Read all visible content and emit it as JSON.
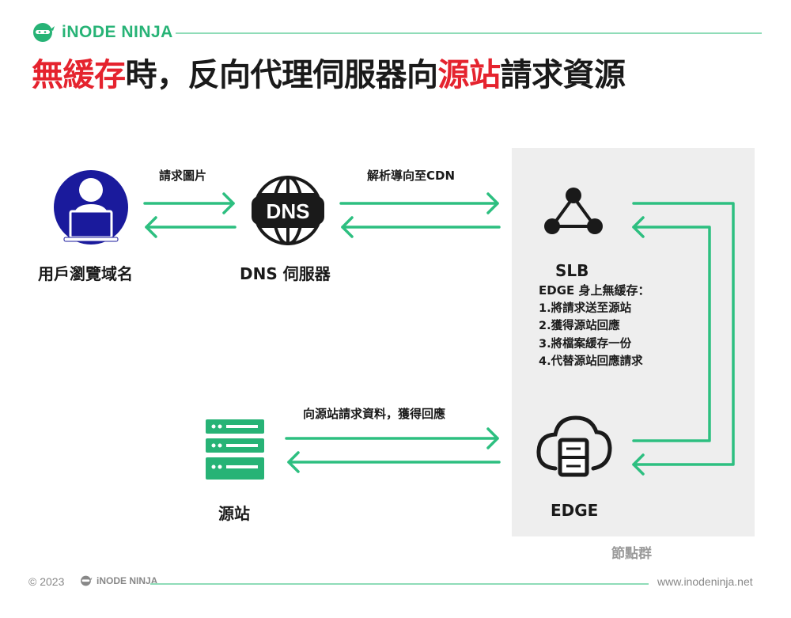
{
  "brand": {
    "name": "iNODE NINJA",
    "color": "#27b376"
  },
  "title": {
    "highlight_1": "無緩存",
    "part_1": "時，反向代理伺服器向",
    "highlight_2": "源站",
    "part_2": "請求資源",
    "highlight_color": "#e5232e"
  },
  "nodes": {
    "user": "用戶瀏覽域名",
    "dns": "DNS 伺服器",
    "slb": "SLB",
    "edge": "EDGE",
    "origin": "源站",
    "node_group": "節點群"
  },
  "arrows": {
    "request_image": "請求圖片",
    "resolve_cdn": "解析導向至CDN",
    "origin_request": "向源站請求資料，獲得回應"
  },
  "notes": {
    "heading": "EDGE 身上無緩存：",
    "items": [
      "1.將請求送至源站",
      "2.獲得源站回應",
      "3.將檔案緩存一份",
      "4.代替源站回應請求"
    ]
  },
  "icons": {
    "dns_text": "DNS"
  },
  "footer": {
    "copyright": "© 2023",
    "url": "www.inodeninja.net"
  },
  "colors": {
    "accent_green": "#27b376",
    "arrow_green": "#2dbf80",
    "user_blue": "#1a1a9c",
    "panel_gray": "#eeeeee"
  }
}
